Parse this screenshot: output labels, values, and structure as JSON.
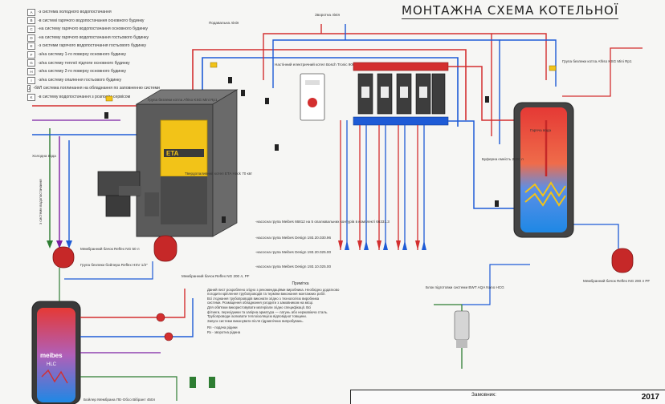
{
  "title": "МОНТАЖНА СХЕМА КОТЕЛЬНОЇ",
  "legend": [
    {
      "key": "A",
      "text": "-з система холодного водопостачання"
    },
    {
      "key": "B",
      "text": "-в системі гарячого водопостачання основного будинку"
    },
    {
      "key": "C",
      "text": "-на систему гарячого водопостачання основного будинку"
    },
    {
      "key": "D",
      "text": "-на систему гарячого водопостачання гостьового будинку"
    },
    {
      "key": "E",
      "text": "-з системи гарячого водопостачання гостьового будинку"
    },
    {
      "key": "F",
      "text": "-з/на систему 1-го поверху основного будинку"
    },
    {
      "key": "G",
      "text": "-з/на систему теплої підлоги основного будинку"
    },
    {
      "key": "H",
      "text": "-з/на систему 2-го поверху основного будинку"
    },
    {
      "key": "I",
      "text": "-з/на систему опалення гостьового будинку"
    },
    {
      "key": "J",
      "text": "-бйЛ система поглинання на обладнання по заповненню системи"
    },
    {
      "key": "K",
      "text": "-в систему водопостачання з розподім сервісом"
    }
  ],
  "components": {
    "boiler_brand": "ETA",
    "solid_boiler": "Твердопаливний котел ETA Hack 70 квт",
    "electric_boiler": "Настінний електричний котел Bosch Tronic 9000i 24 квт",
    "buffer": "Буферна ємність 2000 л",
    "boiler_tank": "Бойлер Мембрана ПЕ-Обсо Вібрант 450л",
    "tank_brand": "meibes",
    "tank_model": "HLC",
    "exp_vessel_left": "Мембранний бачок Reflex NG 50 л",
    "exp_vessel_mid": "Мембранний бачок Reflex NG 200 л, PF",
    "exp_vessel_right": "Мембранний бачок Reflex NG 200 л PF",
    "group_left": "Група безпеки котла Afriso KSG Mini Rp1",
    "group_right": "Група безпеки котла Afriso KSG Mini Rp1",
    "group_mid": "Група безпеки бойлера Reflex HSV 1/2\"",
    "filter_block": "Блок підготовки системи BWT AQA Nano HCG",
    "pump_group_1": "-насосна група Meibes 66812 на 5 опалювальних контурів в комплекті 66331.3",
    "pump_group_2": "-насосна група Meibes Design 193.20.030.96",
    "pump_group_3": "-насосна група Meibes Design 193.20.025.00",
    "pump_group_4": "-насосна група Meibes Design 193.10.025.00"
  },
  "labels": {
    "side_vertical": "з системи водопостачання",
    "flow": "Подавальна лінія",
    "return": "Зворотна лінія",
    "cold_water": "Холодна вода",
    "hot_water": "Гаряча вода"
  },
  "note": {
    "title": "Примітка",
    "lines": [
      "Даний лист розроблено згідно з рекомендаціями виробника. Необхідно додатково",
      "погодити кріплення трубопроводів та терміни виконання монтажних робіт.",
      "Всі з'єднання трубопроводів виконати згідно з технологією виробника",
      "системи. Розміщення обладнання узгодити з замовником на місці.",
      "Для обв'язки використовувати матеріали згідно специфікації. Всі",
      "фітинги, перехідники та запірна арматура — латунь або нержавіюча сталь.",
      "Трубопроводи ізолювати теплоізоляцією відповідної товщини.",
      "Запуск системи виконувати після гідравлічних випробувань."
    ],
    "legend_flow": "Rп - подача рідини",
    "legend_return": "Rз - зворотна рідина"
  },
  "stamp": {
    "client_label": "Замовник:",
    "year": "2017"
  },
  "colors": {
    "flow": "#d32f2f",
    "return": "#1e5bd6",
    "cold": "#2e7d32",
    "gas": "#f2c318",
    "tank_top": "#e53935",
    "tank_bottom": "#1e88e5"
  }
}
